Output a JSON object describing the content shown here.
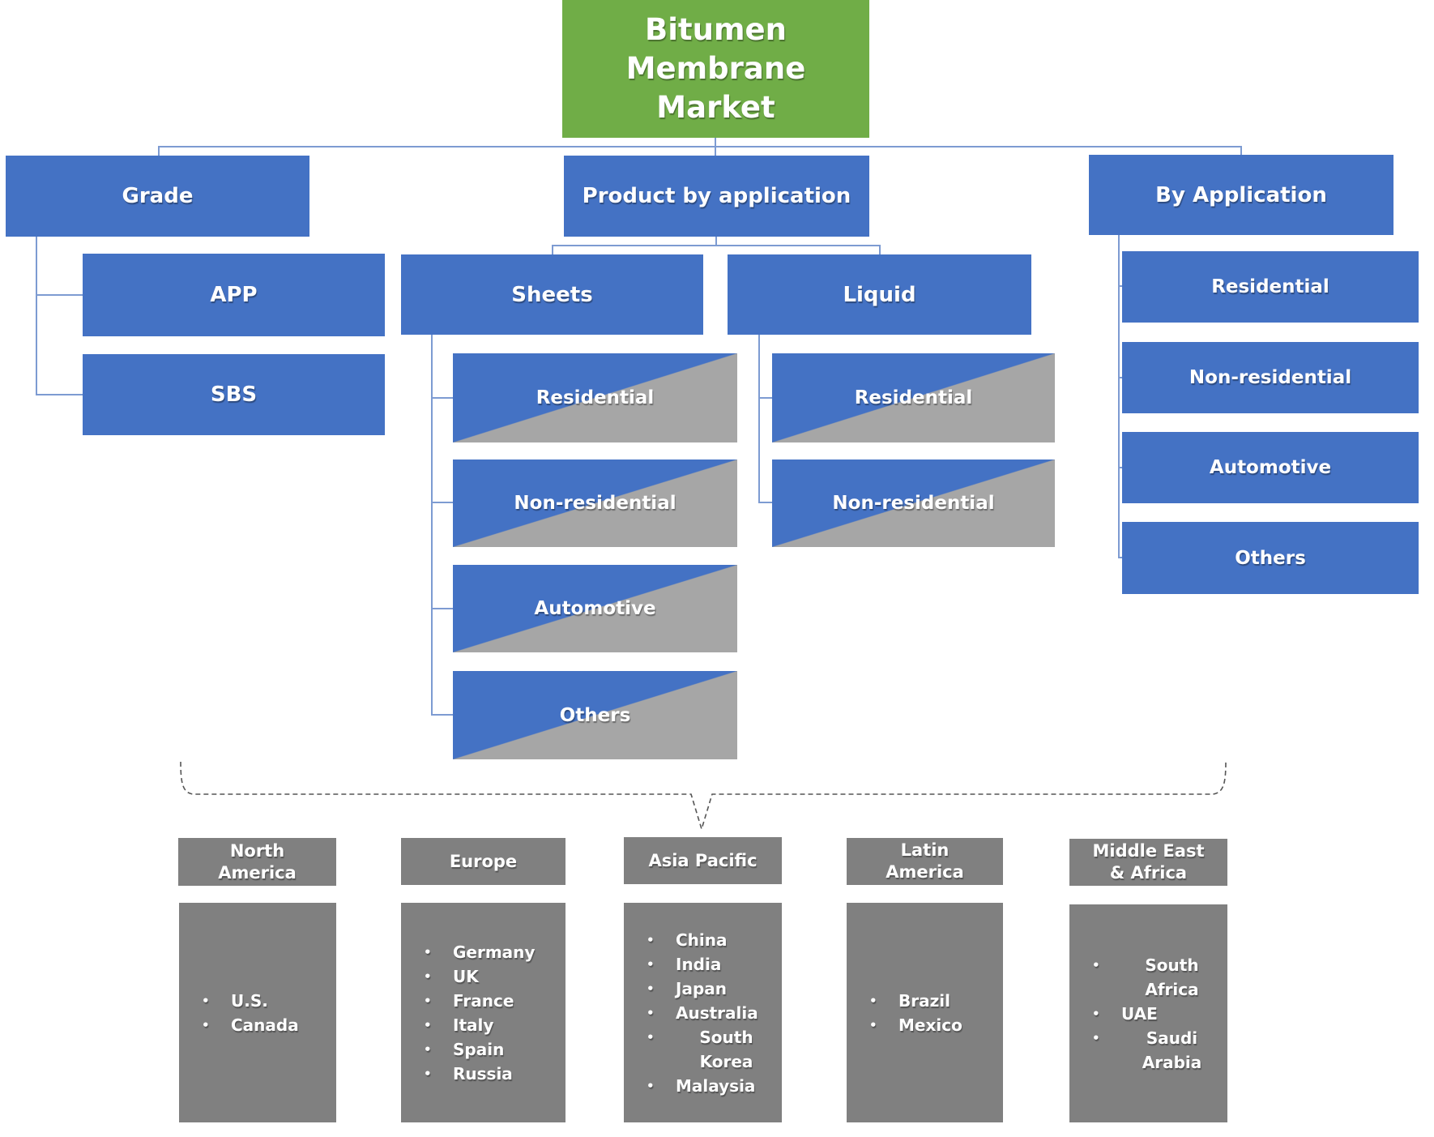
{
  "title": "Bitumen Membrane Market",
  "grade": {
    "label": "Grade",
    "children": [
      "APP",
      "SBS"
    ]
  },
  "product": {
    "label": "Product by application",
    "sheets": {
      "label": "Sheets",
      "subs": [
        "Residential",
        "Non-residential",
        "Automotive",
        "Others"
      ]
    },
    "liquid": {
      "label": "Liquid",
      "subs": [
        "Residential",
        "Non-residential"
      ]
    }
  },
  "byapp": {
    "label": "By Application",
    "children": [
      "Residential",
      "Non-residential",
      "Automotive",
      "Others"
    ]
  },
  "regions": [
    {
      "name": "North America",
      "countries": [
        "U.S.",
        "Canada"
      ]
    },
    {
      "name": "Europe",
      "countries": [
        "Germany",
        "UK",
        "France",
        "Italy",
        "Spain",
        "Russia"
      ]
    },
    {
      "name": "Asia Pacific",
      "countries": [
        "China",
        "India",
        "Japan",
        "Australia",
        "South Korea",
        "Malaysia"
      ]
    },
    {
      "name": "Latin America",
      "countries": [
        "Brazil",
        "Mexico"
      ]
    },
    {
      "name": "Middle East & Africa",
      "countries": [
        "South Africa",
        "UAE",
        "Saudi Arabia"
      ]
    }
  ],
  "colors": {
    "green": "#70AD47",
    "blue": "#4472C4",
    "split_gray": "#A6A6A6",
    "region_gray": "#808080",
    "connector": "#7D9BD2",
    "dashed_line": "#555555"
  }
}
